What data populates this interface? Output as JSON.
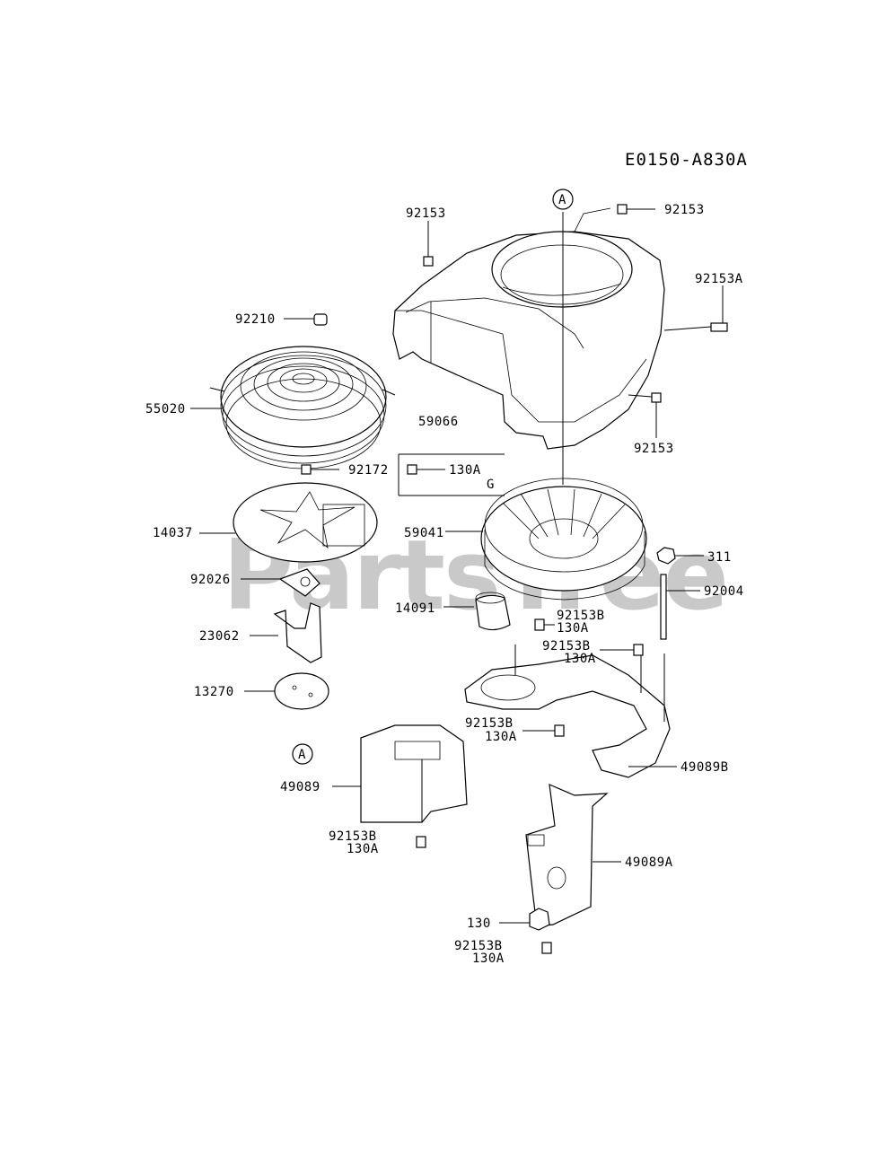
{
  "diagram_code": "E0150-A830A",
  "watermark": "PartsTree",
  "ref_marker": "A",
  "labels": {
    "p92153_top_left": "92153",
    "p92153_top_right": "92153",
    "p92153A": "92153A",
    "p92210": "92210",
    "p55020": "55020",
    "p59066": "59066",
    "p92153_mid": "92153",
    "p92172": "92172",
    "p130A_G": "130A",
    "g_mark": "G",
    "p14037": "14037",
    "p59041": "59041",
    "p311": "311",
    "p92026": "92026",
    "p92004": "92004",
    "p14091": "14091",
    "p92153B_1": "92153B",
    "p130A_1": "130A",
    "p23062": "23062",
    "p92153B_2": "92153B",
    "p130A_2": "130A",
    "p13270": "13270",
    "p92153B_3": "92153B",
    "p130A_3": "130A",
    "p49089B": "49089B",
    "p49089": "49089",
    "p92153B_4": "92153B",
    "p130A_4": "130A",
    "p49089A": "49089A",
    "p130": "130",
    "p92153B_5": "92153B",
    "p130A_5": "130A"
  }
}
